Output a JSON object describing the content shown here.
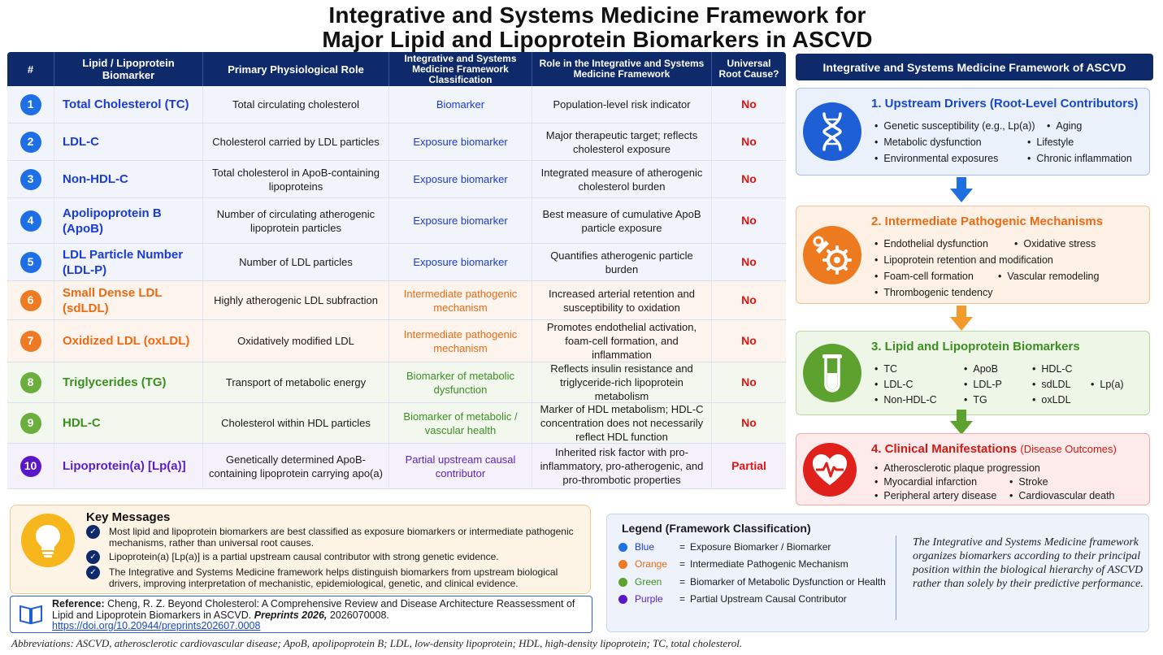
{
  "title": {
    "line1": "Integrative and Systems Medicine Framework for",
    "line2": "Major Lipid and Lipoprotein Biomarkers in ASCVD"
  },
  "table": {
    "headers": {
      "num": "#",
      "biomarker": "Lipid / Lipoprotein Biomarker",
      "role": "Primary Physiological Role",
      "classification": "Integrative and Systems Medicine Framework Classification",
      "framework_role": "Role in the Integrative and Systems Medicine Framework",
      "root": "Universal Root Cause?"
    },
    "rows": [
      {
        "num": "1",
        "biomarker": "Total Cholesterol (TC)",
        "role": "Total circulating cholesterol",
        "classification": "Biomarker",
        "framework_role": "Population-level risk indicator",
        "root": "No"
      },
      {
        "num": "2",
        "biomarker": "LDL-C",
        "role": "Cholesterol carried by LDL particles",
        "classification": "Exposure biomarker",
        "framework_role": "Major therapeutic target; reflects cholesterol exposure",
        "root": "No"
      },
      {
        "num": "3",
        "biomarker": "Non-HDL-C",
        "role": "Total cholesterol in ApoB-containing lipoproteins",
        "classification": "Exposure biomarker",
        "framework_role": "Integrated measure of atherogenic cholesterol burden",
        "root": "No"
      },
      {
        "num": "4",
        "biomarker": "Apolipoprotein B (ApoB)",
        "role": "Number of circulating atherogenic lipoprotein particles",
        "classification": "Exposure biomarker",
        "framework_role": "Best measure of cumulative ApoB particle exposure",
        "root": "No"
      },
      {
        "num": "5",
        "biomarker": "LDL Particle Number (LDL-P)",
        "role": "Number of LDL particles",
        "classification": "Exposure biomarker",
        "framework_role": "Quantifies atherogenic particle burden",
        "root": "No"
      },
      {
        "num": "6",
        "biomarker": "Small Dense LDL (sdLDL)",
        "role": "Highly atherogenic LDL subfraction",
        "classification": "Intermediate pathogenic mechanism",
        "framework_role": "Increased arterial retention and susceptibility to oxidation",
        "root": "No"
      },
      {
        "num": "7",
        "biomarker": "Oxidized LDL (oxLDL)",
        "role": "Oxidatively modified LDL",
        "classification": "Intermediate pathogenic mechanism",
        "framework_role": "Promotes endothelial activation, foam-cell formation, and inflammation",
        "root": "No"
      },
      {
        "num": "8",
        "biomarker": "Triglycerides (TG)",
        "role": "Transport of metabolic energy",
        "classification": "Biomarker of metabolic dysfunction",
        "framework_role": "Reflects insulin resistance and triglyceride-rich lipoprotein metabolism",
        "root": "No"
      },
      {
        "num": "9",
        "biomarker": "HDL-C",
        "role": "Cholesterol within HDL particles",
        "classification": "Biomarker of metabolic / vascular health",
        "framework_role": "Marker of HDL metabolism; HDL-C concentration does not necessarily reflect HDL function",
        "root": "No"
      },
      {
        "num": "10",
        "biomarker": "Lipoprotein(a) [Lp(a)]",
        "role": "Genetically determined ApoB-containing lipoprotein carrying apo(a)",
        "classification": "Partial upstream causal contributor",
        "framework_role": "Inherited risk factor with pro-inflammatory, pro-atherogenic, and pro-thrombotic properties",
        "root": "Partial"
      }
    ]
  },
  "framework": {
    "header": "Integrative and Systems Medicine Framework of ASCVD",
    "stages": [
      {
        "title": "1. Upstream Drivers (Root-Level Contributors)",
        "subtitle": "",
        "icon": "dna-icon",
        "items": [
          "Genetic susceptibility (e.g., Lp(a))",
          "Aging",
          "Metabolic dysfunction",
          "Lifestyle",
          "Environmental exposures",
          "Chronic inflammation"
        ]
      },
      {
        "title": "2. Intermediate Pathogenic Mechanisms",
        "subtitle": "",
        "icon": "gears-icon",
        "items": [
          "Endothelial dysfunction",
          "Oxidative stress",
          "Lipoprotein retention and modification",
          "Foam-cell formation",
          "Vascular remodeling",
          "Thrombogenic tendency"
        ]
      },
      {
        "title": "3. Lipid and Lipoprotein Biomarkers",
        "subtitle": "",
        "icon": "test-tube-icon",
        "items": [
          "TC",
          "ApoB",
          "HDL-C",
          "LDL-C",
          "LDL-P",
          "sdLDL",
          "Lp(a)",
          "Non-HDL-C",
          "TG",
          "oxLDL"
        ]
      },
      {
        "title": "4. Clinical Manifestations",
        "subtitle": "(Disease Outcomes)",
        "icon": "heart-pulse-icon",
        "items": [
          "Atherosclerotic plaque progression",
          "Myocardial infarction",
          "Stroke",
          "Peripheral artery disease",
          "Cardiovascular death"
        ]
      }
    ]
  },
  "key_messages": {
    "title": "Key Messages",
    "items": [
      "Most lipid and lipoprotein biomarkers are best classified as exposure biomarkers or intermediate pathogenic mechanisms, rather than universal root causes.",
      "Lipoprotein(a) [Lp(a)] is a partial upstream causal contributor with strong genetic evidence.",
      "The Integrative and Systems Medicine framework helps distinguish biomarkers from upstream biological drivers, improving interpretation of mechanistic, epidemiological, genetic, and clinical evidence."
    ]
  },
  "reference": {
    "label": "Reference:",
    "text": "Cheng, R. Z. Beyond Cholesterol: A Comprehensive Review and Disease Architecture Reassessment of Lipid and Lipoprotein Biomarkers in ASCVD.",
    "journal": "Preprints 2026,",
    "number": "2026070008.",
    "link": "https://doi.org/10.20944/preprints202607.0008"
  },
  "abbreviations": "Abbreviations: ASCVD, atherosclerotic cardiovascular disease; ApoB, apolipoprotein B; LDL, low-density lipoprotein; HDL, high-density lipoprotein; TC, total cholesterol.",
  "legend": {
    "title": "Legend (Framework Classification)",
    "items": [
      {
        "color_name": "Blue",
        "color": "#1e6fe6",
        "label": "Exposure Biomarker / Biomarker"
      },
      {
        "color_name": "Orange",
        "color": "#ef7a24",
        "label": "Intermediate Pathogenic Mechanism"
      },
      {
        "color_name": "Green",
        "color": "#5da22e",
        "label": "Biomarker of Metabolic Dysfunction or Health"
      },
      {
        "color_name": "Purple",
        "color": "#5a16c8",
        "label": "Partial Upstream Causal Contributor"
      }
    ],
    "note": "The Integrative and Systems Medicine framework organizes biomarkers according to their principal position within the biological hierarchy of ASCVD rather than solely by their predictive performance."
  },
  "colors": {
    "header_navy": "#0f2a6b",
    "blue": "#1a3bd6",
    "orange": "#ec6a13",
    "green": "#3a8f20",
    "purple": "#5a1fc4",
    "red": "#e1140f"
  }
}
